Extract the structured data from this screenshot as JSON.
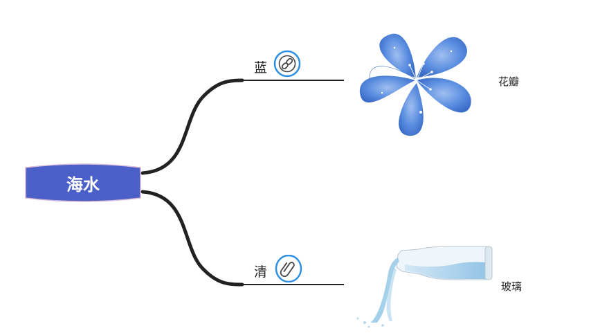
{
  "diagram": {
    "root": {
      "label": "海水"
    },
    "branches": [
      {
        "label": "蓝",
        "icon": "link-icon",
        "leaf_label": "花瓣",
        "image": "blue-flower"
      },
      {
        "label": "清",
        "icon": "paperclip-icon",
        "leaf_label": "玻璃",
        "image": "glass-bottle-pouring-water"
      }
    ]
  },
  "colors": {
    "root_fill": "#4a5fc8",
    "root_border": "#d8b8d8",
    "connector": "#222222",
    "icon_ring": "#2c8fe0",
    "flower": "#5b8ee0",
    "water": "#9ccbe8"
  }
}
